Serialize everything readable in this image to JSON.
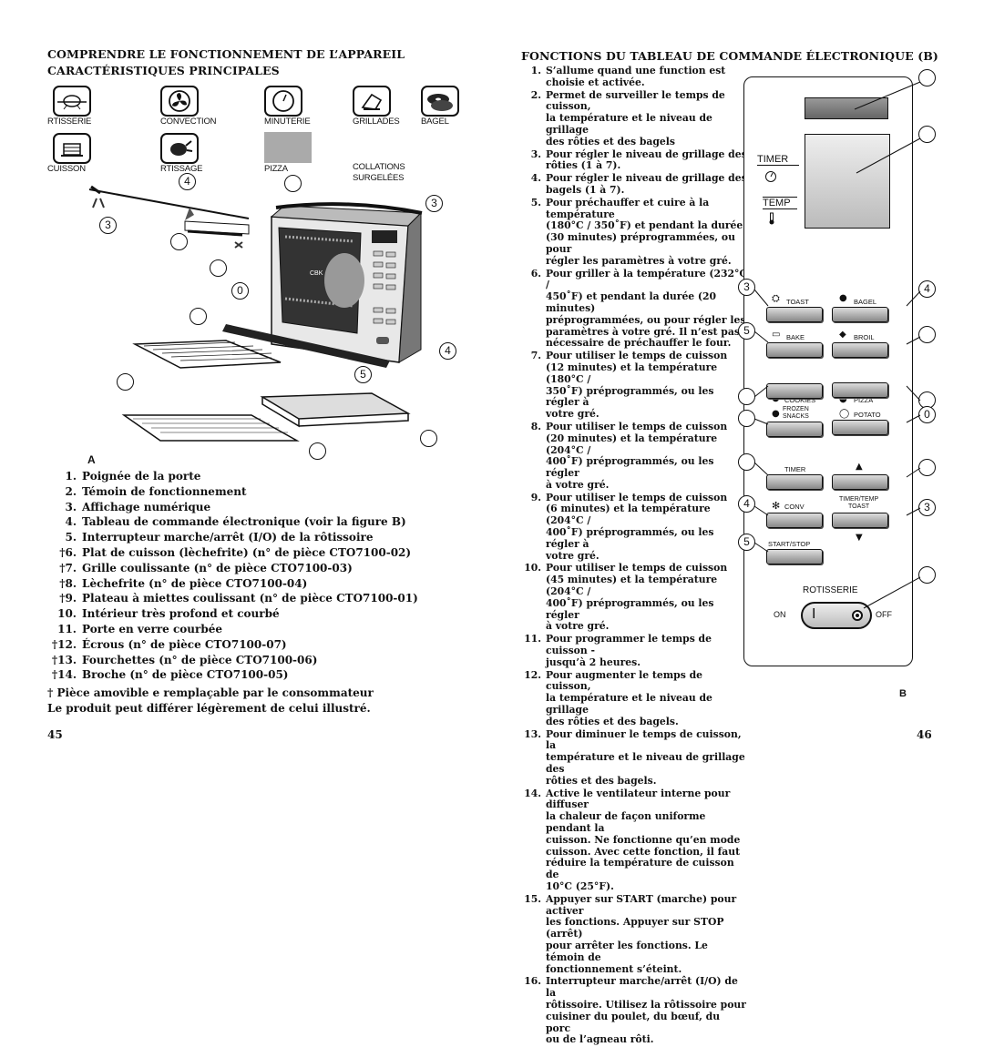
{
  "left": {
    "heading1": "COMPRENDRE LE FONCTIONNEMENT DE L’APPAREIL",
    "heading2": "CARACTÉRISTIQUES PRINCIPALES",
    "icons": [
      {
        "label": "RTISSERIE",
        "icon": "rotisserie-icon"
      },
      {
        "label": "CONVECTION",
        "icon": "fan-icon"
      },
      {
        "label": "MINUTERIE",
        "icon": "clock-icon"
      },
      {
        "label": "GRILLADES",
        "icon": "broil-icon"
      },
      {
        "label": "BAGEL",
        "icon": "bagel-icon"
      },
      {
        "label": "CUISSON",
        "icon": "cake-icon"
      },
      {
        "label": "RTISSAGE",
        "icon": "chicken-icon"
      },
      {
        "label": "PIZZA",
        "icon": "pizza-icon"
      },
      {
        "label": "COLLATIONS SURGELÉES",
        "icon": "frozen-icon"
      }
    ],
    "figure_label": "A",
    "parts": [
      {
        "num": "1.",
        "text": "Poignée de la porte"
      },
      {
        "num": "2.",
        "text": "Témoin de fonctionnement"
      },
      {
        "num": "3.",
        "text": "Affichage numérique"
      },
      {
        "num": "4.",
        "text": "Tableau de commande électronique (voir la figure B)"
      },
      {
        "num": "5.",
        "text": "Interrupteur marche/arrêt (I/O) de la rôtissoire"
      },
      {
        "num": "†6.",
        "text": "Plat de cuisson (lèchefrite) (n° de pièce CTO7100-02)"
      },
      {
        "num": "†7.",
        "text": "Grille coulissante (n° de pièce CTO7100-03)"
      },
      {
        "num": "†8.",
        "text": "Lèchefrite (n° de pièce CTO7100-04)"
      },
      {
        "num": "†9.",
        "text": "Plateau à miettes coulissant (n° de pièce CTO7100-01)"
      },
      {
        "num": "10.",
        "text": "Intérieur très profond et courbé"
      },
      {
        "num": "11.",
        "text": "Porte en verre courbée"
      },
      {
        "num": "†12.",
        "text": "Écrous (n° de pièce CTO7100-07)"
      },
      {
        "num": "†13.",
        "text": "Fourchettes (n° de pièce CTO7100-06)"
      },
      {
        "num": "†14.",
        "text": "Broche (n° de pièce CTO7100-05)"
      }
    ],
    "footnote1": "† Pièce amovible e remplaçable par le consommateur",
    "footnote2": "Le produit peut différer légèrement de celui illustré.",
    "page_number": "45",
    "oven_logo": "CBK"
  },
  "right": {
    "heading": "FONCTIONS DU TABLEAU DE COMMANDE ÉLECTRONIQUE (B)",
    "functions": [
      {
        "num": "1.",
        "text": "S’allume quand une function est\nchoisie et activée."
      },
      {
        "num": "2.",
        "text": "Permet de surveiller le temps de cuisson,\nla température et le niveau de grillage\ndes rôties et des bagels"
      },
      {
        "num": "3.",
        "text": "Pour régler le niveau de grillage des\nrôties (1 à 7)."
      },
      {
        "num": "4.",
        "text": "Pour régler le niveau de grillage des\nbagels (1 à 7)."
      },
      {
        "num": "5.",
        "text": "Pour préchauffer et cuire à la température\n(180°C / 350˚F) et pendant la durée\n(30 minutes) préprogrammées, ou pour\nrégler les paramètres à votre gré."
      },
      {
        "num": "6.",
        "text": "Pour griller à la température (232°C /\n450˚F) et pendant la durée (20  minutes)\npréprogrammées, ou pour régler les\nparamètres à votre gré. Il n’est pas\nnécessaire de préchauffer le four."
      },
      {
        "num": "7.",
        "text": "Pour utiliser le temps de cuisson\n(12 minutes) et la température (180°C /\n350˚F) préprogrammés, ou les régler à\nvotre gré."
      },
      {
        "num": "8.",
        "text": "Pour utiliser le temps de cuisson\n(20 minutes) et la température (204°C /\n400˚F) préprogrammés, ou les régler\nà votre gré."
      },
      {
        "num": "9.",
        "text": "Pour utiliser le temps de cuisson\n(6 minutes) et la température (204°C /\n400˚F) préprogrammés, ou les régler à\nvotre gré."
      },
      {
        "num": "10.",
        "text": "Pour utiliser le temps de cuisson\n(45 minutes) et la température (204°C /\n400˚F) préprogrammés, ou les régler\nà  votre gré."
      },
      {
        "num": "11.",
        "text": "Pour programmer le temps de cuisson -\njusqu’à 2 heures."
      },
      {
        "num": "12.",
        "text": "Pour augmenter le temps de cuisson,\nla température et le niveau de grillage\ndes rôties et des bagels."
      },
      {
        "num": "13.",
        "text": "Pour diminuer le temps de cuisson, la\ntempérature et le niveau de grillage des\nrôties et des bagels."
      },
      {
        "num": "14.",
        "text": "Active le ventilateur interne pour diffuser\nla chaleur de façon uniforme pendant la\ncuisson. Ne fonctionne qu’en mode\ncuisson. Avec cette fonction, il faut\nréduire la température de cuisson de\n10°C (25°F)."
      },
      {
        "num": "15.",
        "text": "Appuyer sur START (marche) pour activer\nles fonctions. Appuyer sur STOP (arrêt)\npour arrêter les fonctions. Le témoin de\nfonctionnement s’éteint."
      },
      {
        "num": "16.",
        "text": "Interrupteur marche/arrêt (I/O) de la\nrôtissoire. Utilisez la rôtissoire pour\ncuisiner du poulet, du bœuf, du porc\nou de l’agneau rôti."
      }
    ],
    "panel": {
      "timer": "TIMER",
      "temp": "TEMP",
      "buttons": {
        "toast": "TOAST",
        "bagel": "BAGEL",
        "bake": "BAKE",
        "broil": "BROIL",
        "cookies": "COOKIES",
        "pizza": "PIZZA",
        "frozen": "FROZEN\nSNACKS",
        "potato": "POTATO",
        "timer_btn": "TIMER",
        "conv": "CONV",
        "timer_temp": "TIMER/TEMP\nTOAST",
        "start_stop": "START/STOP"
      },
      "rotisserie": "ROTISSERIE",
      "on": "ON",
      "off": "OFF",
      "switch_mark": "I"
    },
    "figure_label": "B",
    "page_number": "46"
  }
}
